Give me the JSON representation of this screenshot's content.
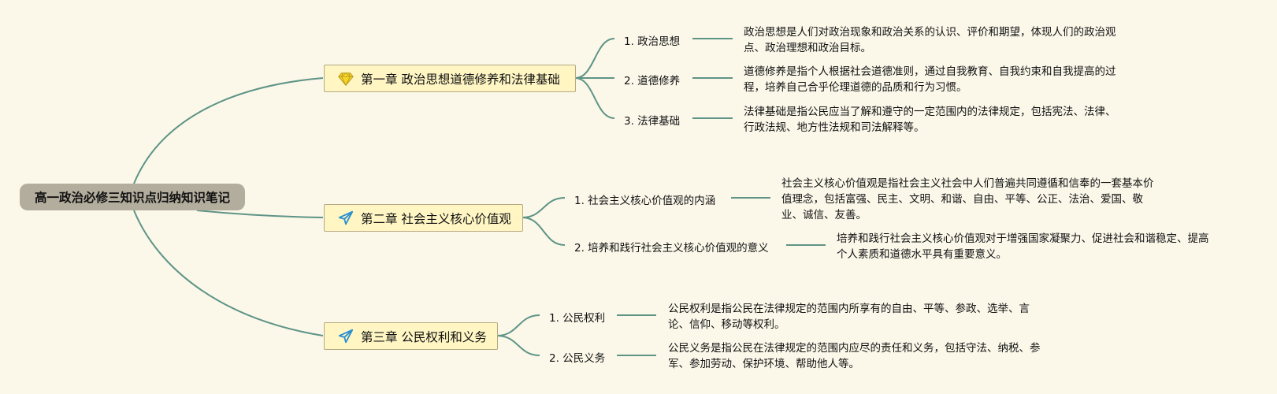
{
  "root": {
    "title": "高一政治必修三知识点归纳知识笔记"
  },
  "chapters": [
    {
      "title": "第一章 政治思想道德修养和法律基础",
      "icon": "diamond-icon",
      "items": [
        {
          "label": "1. 政治思想",
          "desc": [
            "政治思想是人们对政治现象和政治关系的认识、评价和期望，体现人们的政治观",
            "点、政治理想和政治目标。"
          ]
        },
        {
          "label": "2. 道德修养",
          "desc": [
            "道德修养是指个人根据社会道德准则，通过自我教育、自我约束和自我提高的过",
            "程，培养自己合乎伦理道德的品质和行为习惯。"
          ]
        },
        {
          "label": "3. 法律基础",
          "desc": [
            "法律基础是指公民应当了解和遵守的一定范围内的法律规定，包括宪法、法律、",
            "行政法规、地方性法规和司法解释等。"
          ]
        }
      ]
    },
    {
      "title": "第二章 社会主义核心价值观",
      "icon": "paper-plane-icon",
      "items": [
        {
          "label": "1. 社会主义核心价值观的内涵",
          "desc": [
            "社会主义核心价值观是指社会主义社会中人们普遍共同遵循和信奉的一套基本价",
            "值理念，包括富强、民主、文明、和谐、自由、平等、公正、法治、爱国、敬",
            "业、诚信、友善。"
          ]
        },
        {
          "label": "2. 培养和践行社会主义核心价值观的意义",
          "desc": [
            "培养和践行社会主义核心价值观对于增强国家凝聚力、促进社会和谐稳定、提高",
            "个人素质和道德水平具有重要意义。"
          ]
        }
      ]
    },
    {
      "title": "第三章 公民权利和义务",
      "icon": "paper-plane-icon",
      "items": [
        {
          "label": "1. 公民权利",
          "desc": [
            "公民权利是指公民在法律规定的范围内所享有的自由、平等、参政、选举、言",
            "论、信仰、移动等权利。"
          ]
        },
        {
          "label": "2. 公民义务",
          "desc": [
            "公民义务是指公民在法律规定的范围内应尽的责任和义务，包括守法、纳税、参",
            "军、参加劳动、保护环境、帮助他人等。"
          ]
        }
      ]
    }
  ],
  "colors": {
    "line": "#5e9486",
    "chapter_bg": "#fff6c4",
    "root_bg": "#b3ad9e",
    "background": "#fbf8ea"
  }
}
